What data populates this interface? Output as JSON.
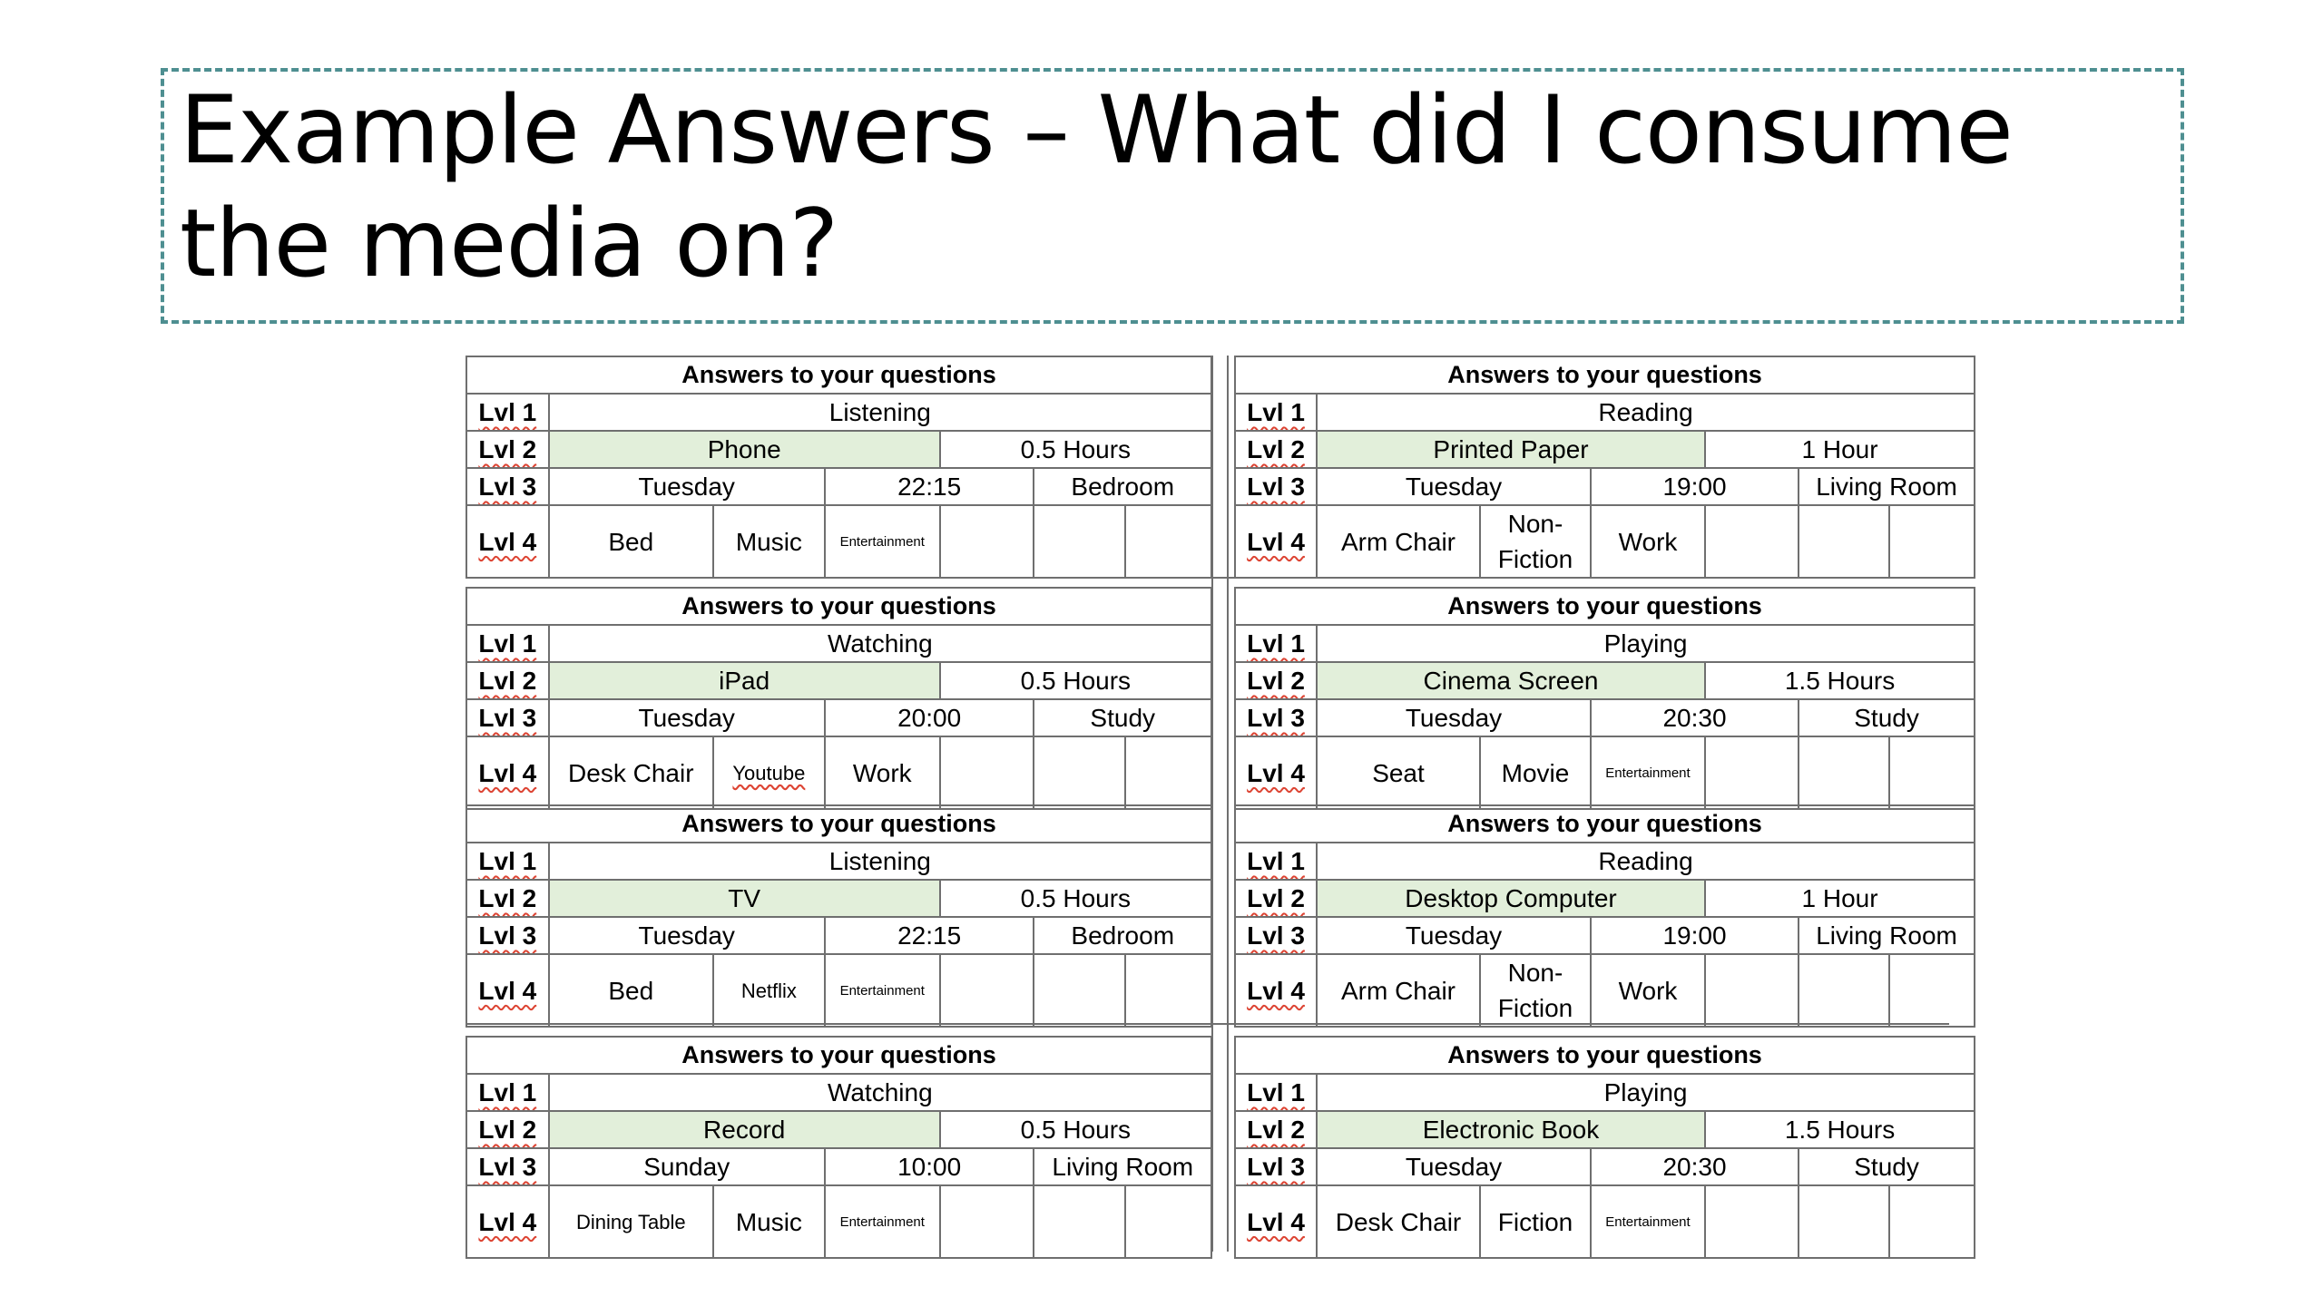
{
  "title": "Example Answers – What did I consume the media on?",
  "header_text": "Answers to your questions",
  "level_labels": [
    "Lvl 1",
    "Lvl 2",
    "Lvl 3",
    "Lvl 4"
  ],
  "colors": {
    "highlight": "#e2efda",
    "title_border": "#4e8f91",
    "grid_line": "#6f6f6f"
  },
  "cards": [
    {
      "lvl1": "Listening",
      "device": "Phone",
      "duration": "0.5 Hours",
      "day": "Tuesday",
      "time": "22:15",
      "place": "Bedroom",
      "lvl4": [
        "Bed",
        "Music",
        "Entertainment",
        "",
        "",
        ""
      ]
    },
    {
      "lvl1": "Reading",
      "device": "Printed Paper",
      "duration": "1 Hour",
      "day": "Tuesday",
      "time": "19:00",
      "place": "Living Room",
      "lvl4": [
        "Arm Chair",
        "Non-Fiction",
        "Work",
        "",
        "",
        ""
      ]
    },
    {
      "lvl1": "Watching",
      "device": "iPad",
      "duration": "0.5 Hours",
      "day": "Tuesday",
      "time": "20:00",
      "place": "Study",
      "lvl4": [
        "Desk Chair",
        "Youtube",
        "Work",
        "",
        "",
        ""
      ]
    },
    {
      "lvl1": "Playing",
      "device": "Cinema Screen",
      "duration": "1.5 Hours",
      "day": "Tuesday",
      "time": "20:30",
      "place": "Study",
      "lvl4": [
        "Seat",
        "Movie",
        "Entertainment",
        "",
        "",
        ""
      ]
    },
    {
      "lvl1": "Listening",
      "device": "TV",
      "duration": "0.5 Hours",
      "day": "Tuesday",
      "time": "22:15",
      "place": "Bedroom",
      "lvl4": [
        "Bed",
        "Netflix",
        "Entertainment",
        "",
        "",
        ""
      ]
    },
    {
      "lvl1": "Reading",
      "device": "Desktop Computer",
      "duration": "1 Hour",
      "day": "Tuesday",
      "time": "19:00",
      "place": "Living Room",
      "lvl4": [
        "Arm Chair",
        "Non-Fiction",
        "Work",
        "",
        "",
        ""
      ]
    },
    {
      "lvl1": "Watching",
      "device": "Record",
      "duration": "0.5 Hours",
      "day": "Sunday",
      "time": "10:00",
      "place": "Living Room",
      "lvl4": [
        "Dining Table",
        "Music",
        "Entertainment",
        "",
        "",
        ""
      ]
    },
    {
      "lvl1": "Playing",
      "device": "Electronic Book",
      "duration": "1.5 Hours",
      "day": "Tuesday",
      "time": "20:30",
      "place": "Study",
      "lvl4": [
        "Desk Chair",
        "Fiction",
        "Entertainment",
        "",
        "",
        ""
      ]
    }
  ]
}
